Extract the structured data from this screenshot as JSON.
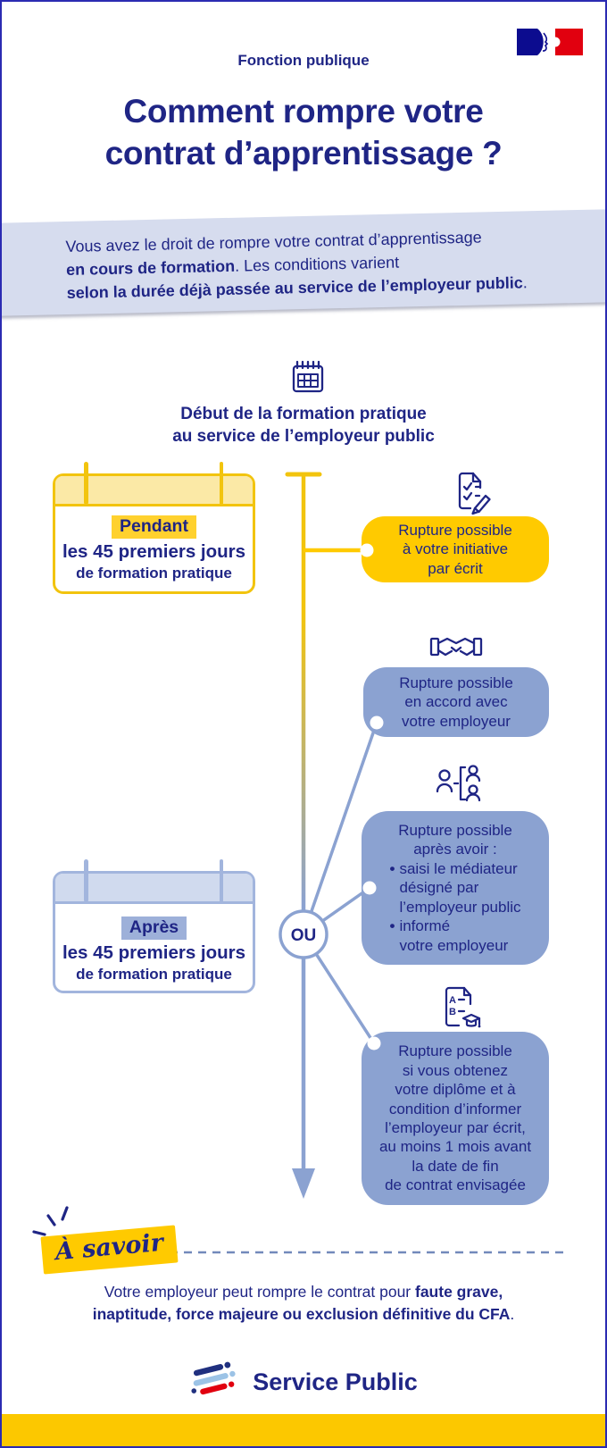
{
  "header": {
    "category": "Fonction publique",
    "title": "Comment rompre votre\ncontrat d’apprentissage ?"
  },
  "intro": {
    "t1": "Vous avez le droit de rompre votre contrat d’apprentissage",
    "b1": "en cours de formation",
    "t2": ". Les conditions varient",
    "b2": "selon la durée déjà passée au service de l’employeur public",
    "t3": "."
  },
  "timeline": {
    "start_label": "Début de la formation pratique\nau service de l’employeur public",
    "or_label": "OU"
  },
  "period_during": {
    "highlight": "Pendant",
    "line_bold": "les 45 premiers jours",
    "line_small": "de formation pratique"
  },
  "period_after": {
    "highlight": "Après",
    "line_bold": "les 45 premiers jours",
    "line_small": "de formation pratique"
  },
  "bubbles": {
    "initiative": {
      "icon": "document-check-pencil-icon",
      "text": "Rupture possible\nà votre initiative\npar écrit"
    },
    "agreement": {
      "icon": "handshake-icon",
      "text": "Rupture possible\nen accord avec\nvotre employeur"
    },
    "mediator": {
      "icon": "mediator-people-icon",
      "head": "Rupture possible\naprès avoir :",
      "items": [
        "saisi le médiateur\ndésigné par\nl’employeur public",
        "informé\nvotre employeur"
      ]
    },
    "diploma": {
      "icon": "diploma-grades-icon",
      "text": "Rupture possible\nsi vous obtenez\nvotre diplôme et à\ncondition d’informer\nl’employeur par écrit,\nau moins 1 mois avant\nla date de fin\nde contrat envisagée"
    }
  },
  "note": {
    "badge": "À savoir",
    "t1": "Votre employeur peut rompre le contrat pour ",
    "b1": "faute grave,",
    "b2": "inaptitude, force majeure ou exclusion définitive du CFA",
    "t2": "."
  },
  "footer": {
    "brand": "Service Public"
  },
  "icons": [
    "french-government-flag-logo",
    "calendar-icon",
    "document-check-pencil-icon",
    "handshake-icon",
    "mediator-people-icon",
    "diploma-grades-icon",
    "sparks-icon",
    "arrow-down-icon",
    "service-public-logo"
  ],
  "colors": {
    "ink": "#1f2585",
    "yellow": "#ffca00",
    "yellow_deep": "#f2c40e",
    "yellow_pale": "#fbe9a6",
    "yellow_hl": "#ffd12e",
    "yellow_band": "#fcc800",
    "periwinkle": "#8ba2d1",
    "periwinkle_border": "#a2b5dd",
    "periwinkle_pale": "#d0daee",
    "periwinkle_hl": "#9db0d9",
    "band": "#d6dcee",
    "red": "#e1000f",
    "flag_blue": "#0c0c8f"
  }
}
